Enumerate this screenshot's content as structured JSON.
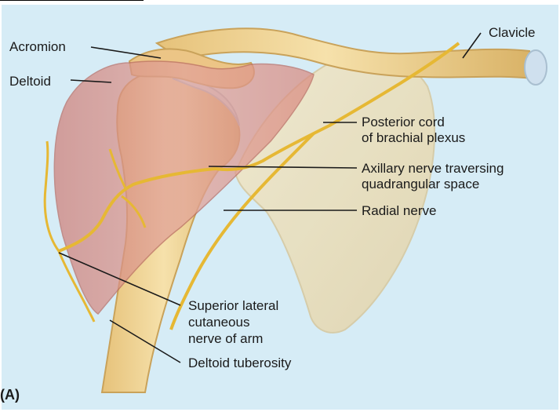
{
  "figure": {
    "panel_label": "(A)",
    "labels": {
      "acromion": "Acromion",
      "deltoid": "Deltoid",
      "clavicle": "Clavicle",
      "posterior_cord_line1": "Posterior cord",
      "posterior_cord_line2": "of brachial plexus",
      "axillary_line1": "Axillary nerve traversing",
      "axillary_line2": "quadrangular space",
      "radial_nerve": "Radial nerve",
      "superior_lateral_line1": "Superior lateral",
      "superior_lateral_line2": "cutaneous",
      "superior_lateral_line3": "nerve of arm",
      "deltoid_tuberosity": "Deltoid tuberosity"
    },
    "colors": {
      "background": "#d6ecf6",
      "bone": "#f0d79a",
      "bone_shadow": "#d9b46a",
      "muscle": "#d9877d",
      "muscle_light": "#e8aaa0",
      "nerve": "#e6b834",
      "scapula": "#efe3c0",
      "cartilage": "#cfe0ee"
    }
  }
}
